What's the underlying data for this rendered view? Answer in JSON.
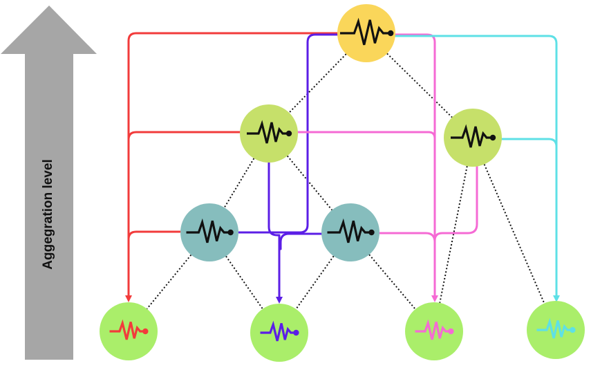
{
  "axis": {
    "label": "Aggegration level",
    "arrow_color": "#a6a6a6"
  },
  "colors": {
    "red": "#f23b3b",
    "purple": "#5b1ee6",
    "pink": "#f56ad4",
    "cyan": "#5ee0e6",
    "root_fill": "#fad65a",
    "level1_fill": "#c6e06a",
    "level2_fill": "#86bdbd",
    "leaf_fill": "#aaee6a",
    "signal_dark": "#111111",
    "dotted_edge": "#111111"
  },
  "nodes": [
    {
      "id": "root",
      "level": 0,
      "icon": "signal-waveform-icon",
      "signal_color": "signal_dark",
      "fill": "root_fill"
    },
    {
      "id": "agg-left",
      "level": 1,
      "icon": "signal-waveform-icon",
      "signal_color": "signal_dark",
      "fill": "level1_fill"
    },
    {
      "id": "agg-right",
      "level": 1,
      "icon": "signal-waveform-icon",
      "signal_color": "signal_dark",
      "fill": "level1_fill"
    },
    {
      "id": "mid-left",
      "level": 2,
      "icon": "signal-waveform-icon",
      "signal_color": "signal_dark",
      "fill": "level2_fill"
    },
    {
      "id": "mid-right",
      "level": 2,
      "icon": "signal-waveform-icon",
      "signal_color": "signal_dark",
      "fill": "level2_fill"
    },
    {
      "id": "leaf-1",
      "level": 3,
      "icon": "signal-waveform-icon",
      "signal_color": "red",
      "fill": "leaf_fill"
    },
    {
      "id": "leaf-2",
      "level": 3,
      "icon": "signal-waveform-icon",
      "signal_color": "purple",
      "fill": "leaf_fill"
    },
    {
      "id": "leaf-3",
      "level": 3,
      "icon": "signal-waveform-icon",
      "signal_color": "pink",
      "fill": "leaf_fill"
    },
    {
      "id": "leaf-4",
      "level": 3,
      "icon": "signal-waveform-icon",
      "signal_color": "cyan",
      "fill": "leaf_fill"
    }
  ],
  "hierarchy_edges": [
    {
      "from": "root",
      "to": "agg-left"
    },
    {
      "from": "root",
      "to": "agg-right"
    },
    {
      "from": "agg-left",
      "to": "mid-left"
    },
    {
      "from": "agg-left",
      "to": "mid-right"
    },
    {
      "from": "agg-right",
      "to": "leaf-3"
    },
    {
      "from": "agg-right",
      "to": "leaf-4"
    },
    {
      "from": "mid-left",
      "to": "leaf-1"
    },
    {
      "from": "mid-left",
      "to": "leaf-2"
    },
    {
      "from": "mid-right",
      "to": "leaf-2"
    },
    {
      "from": "mid-right",
      "to": "leaf-3"
    }
  ],
  "reconciliation_flows": [
    {
      "color": "red",
      "target": "leaf-1",
      "sources": [
        "root",
        "agg-left",
        "mid-left"
      ]
    },
    {
      "color": "purple",
      "target": "leaf-2",
      "sources": [
        "root",
        "agg-left",
        "mid-left",
        "mid-right"
      ]
    },
    {
      "color": "pink",
      "target": "leaf-3",
      "sources": [
        "root",
        "agg-left",
        "agg-right",
        "mid-right"
      ]
    },
    {
      "color": "cyan",
      "target": "leaf-4",
      "sources": [
        "root",
        "agg-right"
      ]
    }
  ]
}
